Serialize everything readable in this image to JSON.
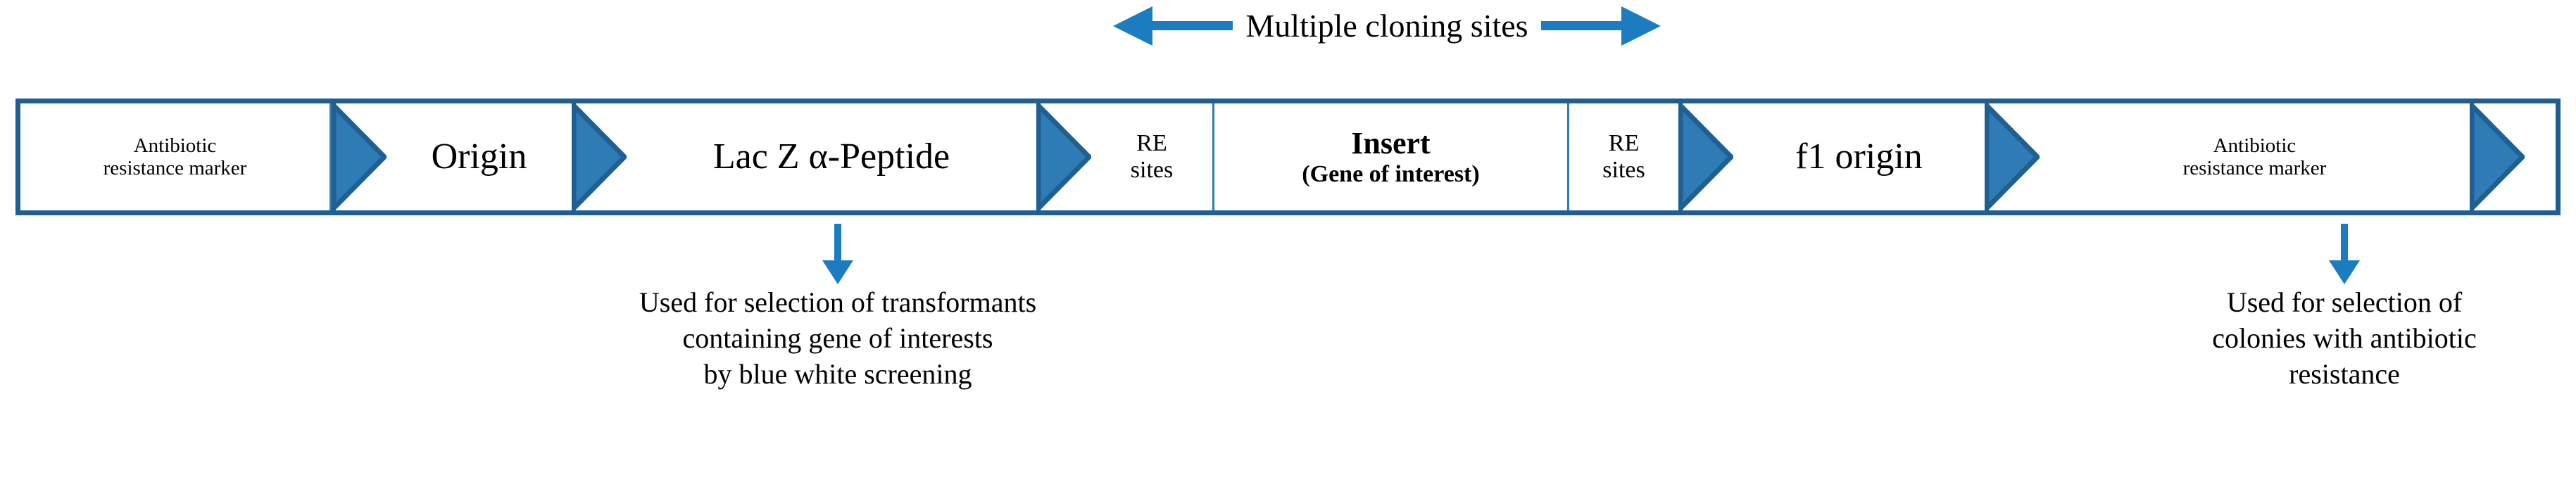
{
  "diagram": {
    "title_annotation": {
      "label": "Multiple cloning sites",
      "left_arrow_icon": "arrow-left-icon",
      "right_arrow_icon": "arrow-right-icon"
    },
    "colors": {
      "arrow_blue": "#1B7CBF",
      "chevron_fill": "#2E7BB5",
      "border_dark_blue": "#1F5F92",
      "divider_blue": "#2E7BB5",
      "background": "#FFFFFF",
      "text": "#000000"
    },
    "segments": [
      {
        "id": "antibiotic-resistance-marker-left",
        "line1": "Antibiotic",
        "line2": "resistance marker",
        "size": "small",
        "bold": false
      },
      {
        "id": "origin",
        "line1": "Origin",
        "line2": "",
        "size": "large",
        "bold": false
      },
      {
        "id": "lac-z-alpha-peptide",
        "line1": "Lac Z α-Peptide",
        "line2": "",
        "size": "large",
        "bold": false
      },
      {
        "id": "re-sites-left",
        "line1": "RE",
        "line2": "sites",
        "size": "med",
        "bold": false
      },
      {
        "id": "insert",
        "line1": "Insert",
        "line2": "(Gene of interest)",
        "size": "med",
        "bold": true
      },
      {
        "id": "re-sites-right",
        "line1": "RE",
        "line2": "sites",
        "size": "med",
        "bold": false
      },
      {
        "id": "f1-origin",
        "line1": "f1 origin",
        "line2": "",
        "size": "large",
        "bold": false
      },
      {
        "id": "antibiotic-resistance-marker-right",
        "line1": "Antibiotic",
        "line2": "resistance marker",
        "size": "small",
        "bold": false
      }
    ],
    "callouts": [
      {
        "id": "lacz-callout",
        "arrow_icon": "arrow-down-icon",
        "text": "Used for selection of transformants\ncontaining gene of interests\nby blue white screening"
      },
      {
        "id": "antibiotic-callout",
        "arrow_icon": "arrow-down-icon",
        "text": "Used for selection of\ncolonies with antibiotic\nresistance"
      }
    ]
  }
}
